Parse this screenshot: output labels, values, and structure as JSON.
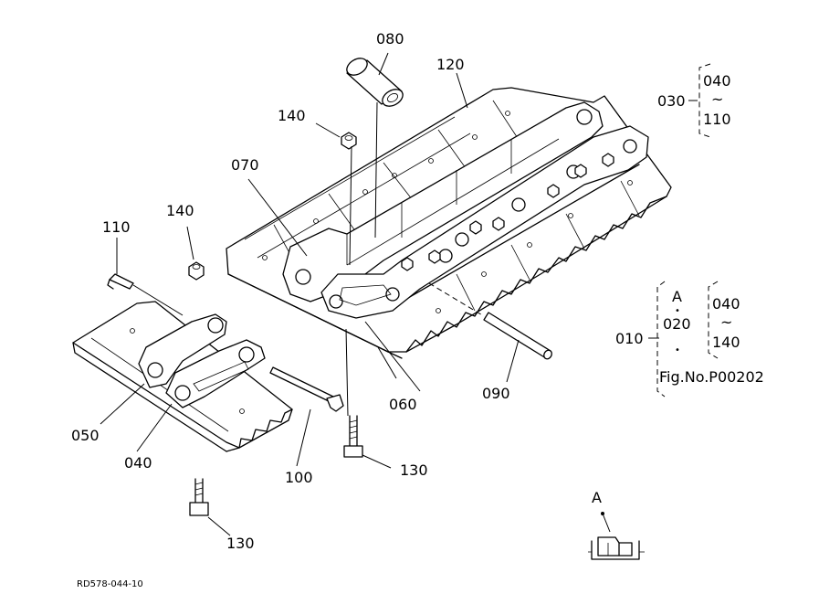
{
  "callouts": {
    "c080": "080",
    "c120": "120",
    "c140a": "140",
    "c070": "070",
    "c140b": "140",
    "c110": "110",
    "c030": "030",
    "c040a": "040",
    "c110b": "110",
    "c010": "010",
    "cA": "A",
    "c020": "020",
    "c040b": "040",
    "c140c": "140",
    "figno": "Fig.No.P00202",
    "c050": "050",
    "c040": "040",
    "c060": "060",
    "c090": "090",
    "c100": "100",
    "c130a": "130",
    "c130b": "130",
    "detailA": "A",
    "tilde1": "~",
    "tilde2": "~",
    "dot": "•"
  },
  "footer": {
    "drawing_code": "RD578-044-10"
  }
}
